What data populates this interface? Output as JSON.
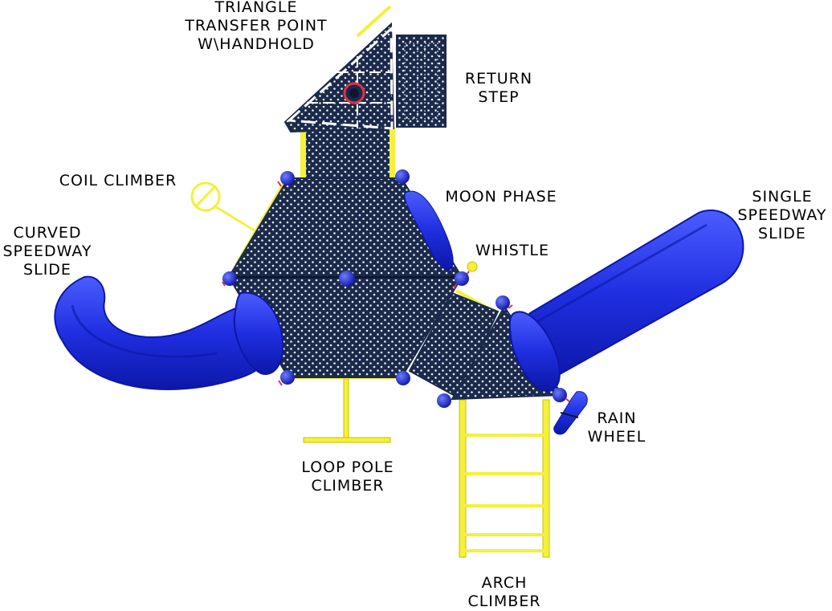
{
  "labels": {
    "triangle_line1": "TRIANGLE",
    "triangle_line2": "TRANSFER POINT",
    "triangle_line3": "W\\HANDHOLD",
    "return_line1": "RETURN",
    "return_line2": "STEP",
    "coil": "COIL CLIMBER",
    "moon": "MOON PHASE",
    "single_line1": "SINGLE",
    "single_line2": "SPEEDWAY",
    "single_line3": "SLIDE",
    "curved_line1": "CURVED",
    "curved_line2": "SPEEDWAY",
    "curved_line3": "SLIDE",
    "whistle": "WHISTLE",
    "rain_line1": "RAIN",
    "rain_line2": "WHEEL",
    "loop_line1": "LOOP POLE",
    "loop_line2": "CLIMBER",
    "arch_line1": "ARCH",
    "arch_line2": "CLIMBER"
  },
  "colors": {
    "deck": "#1b2a4a",
    "slide": "#1f2fe0",
    "slide_dark": "#0c17a8",
    "rail": "#f5f03a",
    "perforation": "#e8ecf5"
  }
}
